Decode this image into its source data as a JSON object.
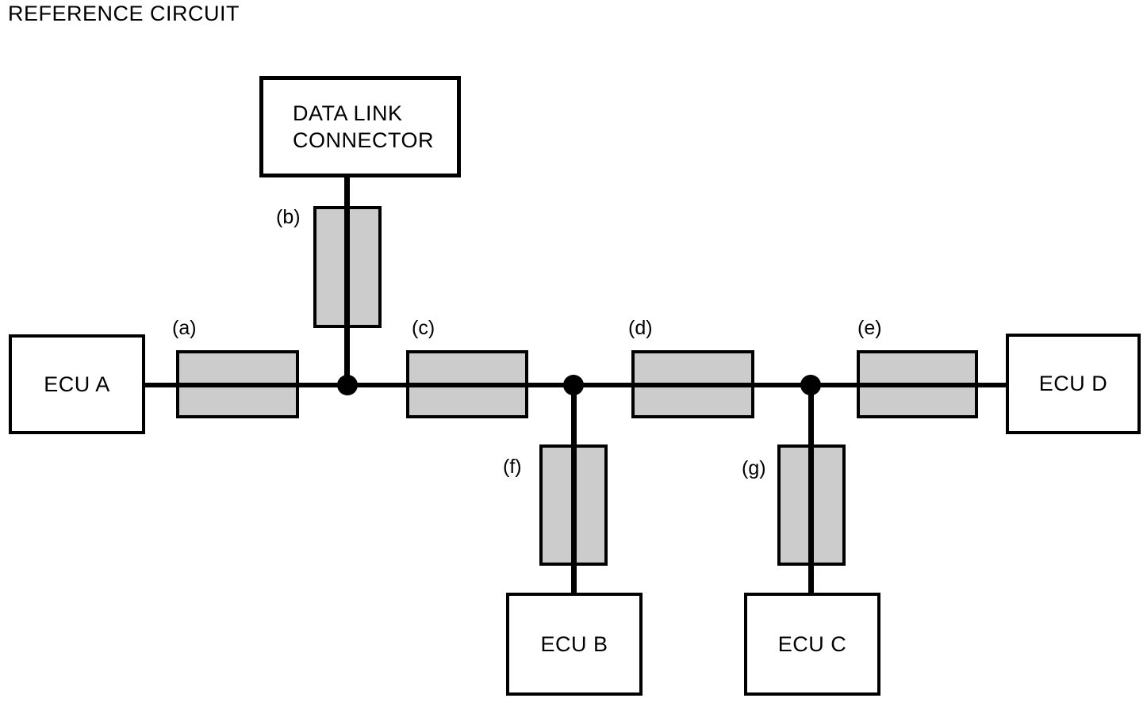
{
  "title": "REFERENCE CIRCUIT",
  "colors": {
    "ink": "#000000",
    "resistor_fill": "#cccccc",
    "background": "#ffffff"
  },
  "boxes": {
    "dlc": {
      "line1": "DATA LINK",
      "line2": "CONNECTOR"
    },
    "ecu_a": {
      "label": "ECU A"
    },
    "ecu_b": {
      "label": "ECU B"
    },
    "ecu_c": {
      "label": "ECU C"
    },
    "ecu_d": {
      "label": "ECU D"
    }
  },
  "segment_labels": {
    "a": "(a)",
    "b": "(b)",
    "c": "(c)",
    "d": "(d)",
    "e": "(e)",
    "f": "(f)",
    "g": "(g)"
  }
}
